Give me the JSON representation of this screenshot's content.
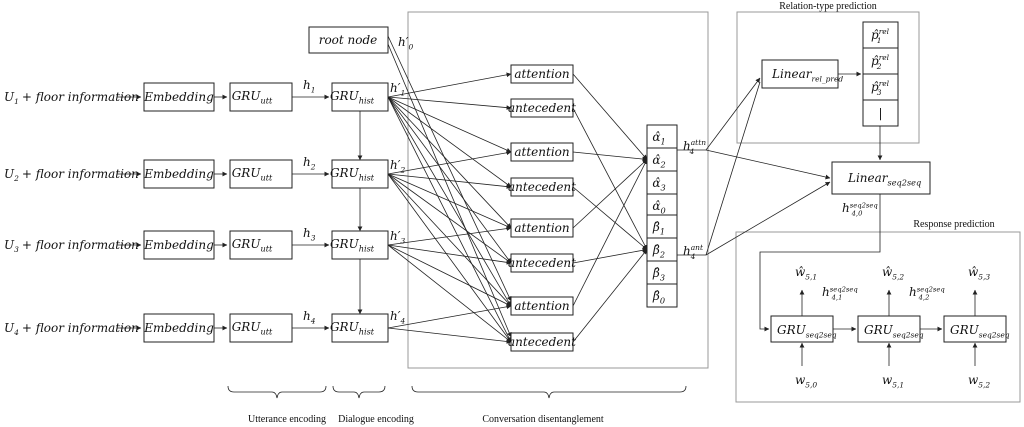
{
  "inputs": [
    "U",
    "U",
    "U",
    "U"
  ],
  "input_subs": [
    "1",
    "2",
    "3",
    "4"
  ],
  "input_suffix": "+ floor information",
  "embedding": "Embedding",
  "gru": "GRU",
  "gru_utt_sub": "utt",
  "gru_hist_sub": "hist",
  "h_symbol": "h",
  "h_subs": [
    "1",
    "2",
    "3",
    "4"
  ],
  "hp_subs": [
    "0",
    "1",
    "2",
    "3",
    "4"
  ],
  "root_node": "root node",
  "attention": "attention",
  "antecedent": "antecedent",
  "alpha_entries": [
    {
      "sym": "α̂",
      "sub": "1"
    },
    {
      "sym": "α̂",
      "sub": "2"
    },
    {
      "sym": "α̂",
      "sub": "3"
    },
    {
      "sym": "α̂",
      "sub": "0"
    }
  ],
  "beta_entries": [
    {
      "sym": "β̂",
      "sub": "1"
    },
    {
      "sym": "β̂",
      "sub": "2"
    },
    {
      "sym": "β̂",
      "sub": "3"
    },
    {
      "sym": "β̂",
      "sub": "0"
    }
  ],
  "h4_attn": {
    "main": "h",
    "sub": "4",
    "sup": "attn"
  },
  "h4_ant": {
    "main": "h",
    "sub": "4",
    "sup": "ant"
  },
  "relation_title": "Relation-type prediction",
  "linear": "Linear",
  "linear_rel_sub": "rel_pred",
  "linear_seq_sub": "seq2seq",
  "p_entries": [
    {
      "sym": "p̂",
      "sub": "1",
      "sup": "rel"
    },
    {
      "sym": "p̂",
      "sub": "2",
      "sup": "rel"
    },
    {
      "sym": "p̂",
      "sub": "3",
      "sup": "rel"
    }
  ],
  "p_more": "|",
  "h40": {
    "main": "h",
    "sub": "4,0",
    "sup": "seq2seq"
  },
  "response_title": "Response prediction",
  "gru_seq_sub": "seq2seq",
  "w_out": [
    {
      "sym": "ŵ",
      "sub": "5,1"
    },
    {
      "sym": "ŵ",
      "sub": "5,2"
    },
    {
      "sym": "ŵ",
      "sub": "5,3"
    }
  ],
  "h_seq": [
    {
      "main": "h",
      "sub": "4,1",
      "sup": "seq2seq"
    },
    {
      "main": "h",
      "sub": "4,2",
      "sup": "seq2seq"
    }
  ],
  "w_in": [
    {
      "sym": "w",
      "sub": "5,0"
    },
    {
      "sym": "w",
      "sub": "5,1"
    },
    {
      "sym": "w",
      "sub": "5,2"
    }
  ],
  "captions": {
    "utterance": "Utterance encoding",
    "dialogue": "Dialogue encoding",
    "disentangle": "Conversation disentanglement"
  }
}
